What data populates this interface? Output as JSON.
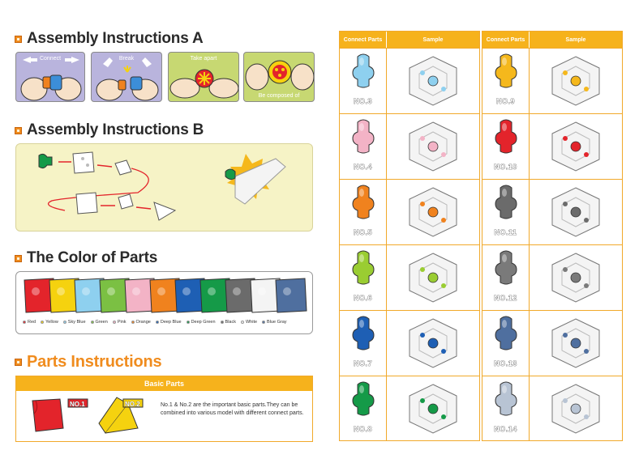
{
  "left": {
    "assembly_a": {
      "title": "Assembly Instructions A",
      "steps": [
        {
          "label": "Connect",
          "bg": "#b9b4dd"
        },
        {
          "label": "Break",
          "bg": "#b9b4dd"
        },
        {
          "label": "Take apart",
          "bg": "#c7d872"
        },
        {
          "label": "Be composed of",
          "bg": "#c7d872"
        }
      ]
    },
    "assembly_b": {
      "title": "Assembly Instructions B"
    },
    "colors": {
      "title": "The Color of Parts",
      "items": [
        {
          "name": "Red",
          "hex": "#e3242b"
        },
        {
          "name": "Yellow",
          "hex": "#f5d20f"
        },
        {
          "name": "Sky Blue",
          "hex": "#8ed0ef"
        },
        {
          "name": "Green",
          "hex": "#7bc043"
        },
        {
          "name": "Pink",
          "hex": "#f3b3c6"
        },
        {
          "name": "Orange",
          "hex": "#f0821e"
        },
        {
          "name": "Deep Blue",
          "hex": "#1e5fb4"
        },
        {
          "name": "Deep Green",
          "hex": "#159a48"
        },
        {
          "name": "Black",
          "hex": "#6b6b6b"
        },
        {
          "name": "White",
          "hex": "#f4f4f4"
        },
        {
          "name": "Blue Gray",
          "hex": "#4f6f9f"
        }
      ]
    },
    "parts": {
      "title": "Parts Instructions",
      "basic_header": "Basic Parts",
      "no1": "NO.1",
      "no2": "NO.2",
      "description": "No.1 & No.2 are the important basic parts.They can be combined into various model with different connect parts."
    }
  },
  "tables": [
    {
      "header_connect": "Connect Parts",
      "header_sample": "Sample",
      "rows": [
        {
          "num": "NO.3",
          "color": "#8ed0ef"
        },
        {
          "num": "NO.4",
          "color": "#f3b3c6"
        },
        {
          "num": "NO.5",
          "color": "#f0821e"
        },
        {
          "num": "NO.6",
          "color": "#9acd32"
        },
        {
          "num": "NO.7",
          "color": "#1e5fb4"
        },
        {
          "num": "NO.8",
          "color": "#159a48"
        }
      ]
    },
    {
      "header_connect": "Connect Parts",
      "header_sample": "Sample",
      "rows": [
        {
          "num": "NO.9",
          "color": "#f5b81c"
        },
        {
          "num": "NO.10",
          "color": "#e3242b"
        },
        {
          "num": "NO.11",
          "color": "#6b6b6b"
        },
        {
          "num": "NO.12",
          "color": "#7a7a7a"
        },
        {
          "num": "NO.13",
          "color": "#4f6f9f"
        },
        {
          "num": "NO.14",
          "color": "#b8c4d4"
        }
      ]
    }
  ]
}
